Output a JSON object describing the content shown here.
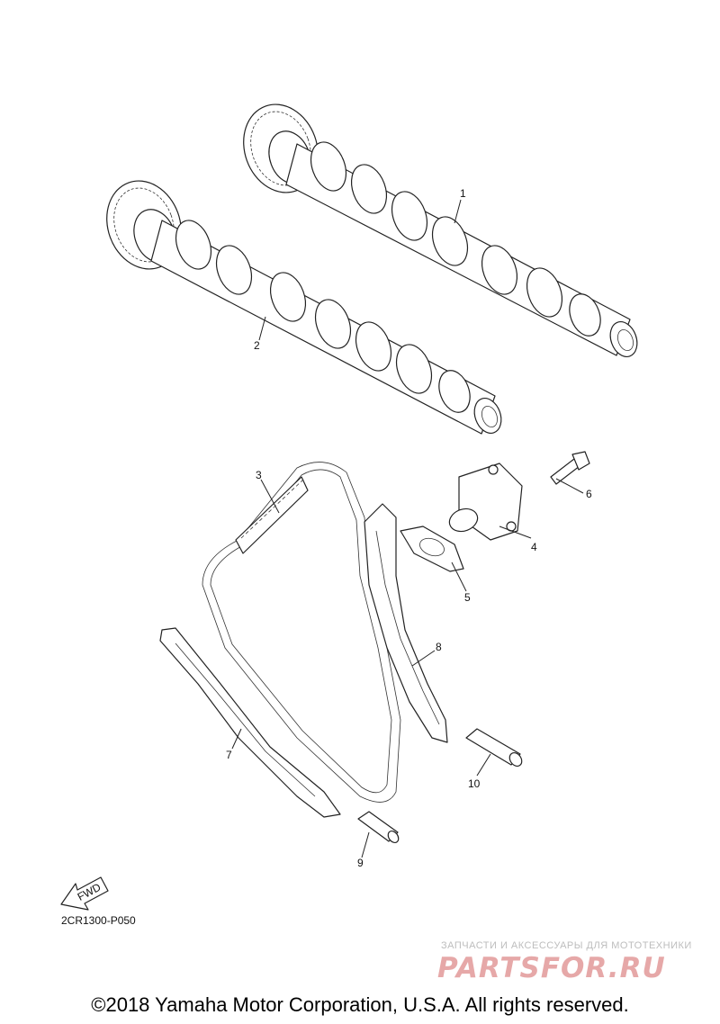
{
  "diagram": {
    "callouts": [
      {
        "id": "1",
        "label": "1"
      },
      {
        "id": "2",
        "label": "2"
      },
      {
        "id": "3",
        "label": "3"
      },
      {
        "id": "4",
        "label": "4"
      },
      {
        "id": "5",
        "label": "5"
      },
      {
        "id": "6",
        "label": "6"
      },
      {
        "id": "7",
        "label": "7"
      },
      {
        "id": "8",
        "label": "8"
      },
      {
        "id": "9",
        "label": "9"
      },
      {
        "id": "10",
        "label": "10"
      }
    ],
    "fwd_label": "FWD",
    "drawing_code": "2CR1300-P050"
  },
  "watermark": {
    "tagline": "ЗАПЧАСТИ И АКСЕССУАРЫ ДЛЯ МОТОТЕХНИКИ",
    "logo": "PARTSFOR.RU"
  },
  "footer": {
    "copyright": "©2018 Yamaha Motor Corporation, U.S.A. All rights reserved."
  },
  "colors": {
    "line": "#222222",
    "watermark_logo": "#e6a8a8"
  }
}
